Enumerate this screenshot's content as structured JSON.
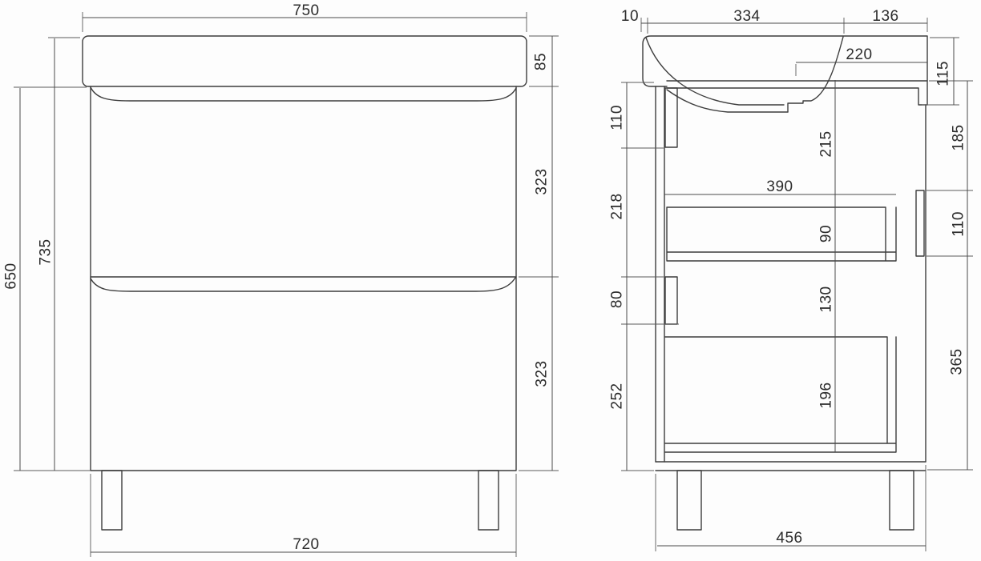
{
  "page": {
    "kind": "furniture technical drawing, vanity cabinet with basin, two views",
    "background_color": "#fdfdfd",
    "line_color": "#3d3d3d",
    "dim_line_color": "#4a4a4a",
    "text_color": "#2c2c2c"
  },
  "front_view": {
    "dims": {
      "overall_width": "750",
      "total_height": "735",
      "cabinet_height": "650",
      "basin_height": "85",
      "top_drawer_height": "323",
      "bottom_drawer_height": "323",
      "body_width": "720"
    }
  },
  "side_view": {
    "dims": {
      "back_offset": "10",
      "basin_depth": "334",
      "basin_front_depth": "136",
      "drain_to_front": "220",
      "front_lip_height": "115",
      "bowl_to_drawer": "215",
      "drawer_depth": "390",
      "top_drawer_box_height": "90",
      "drawer_gap": "130",
      "bottom_drawer_box_height": "196",
      "back_rail_height": "110",
      "back_mid_span": "218",
      "mid_rail_height": "80",
      "back_lower_span": "252",
      "counter_to_handle": "185",
      "handle_height": "110",
      "handle_to_bottom": "365",
      "base_depth": "456"
    }
  }
}
